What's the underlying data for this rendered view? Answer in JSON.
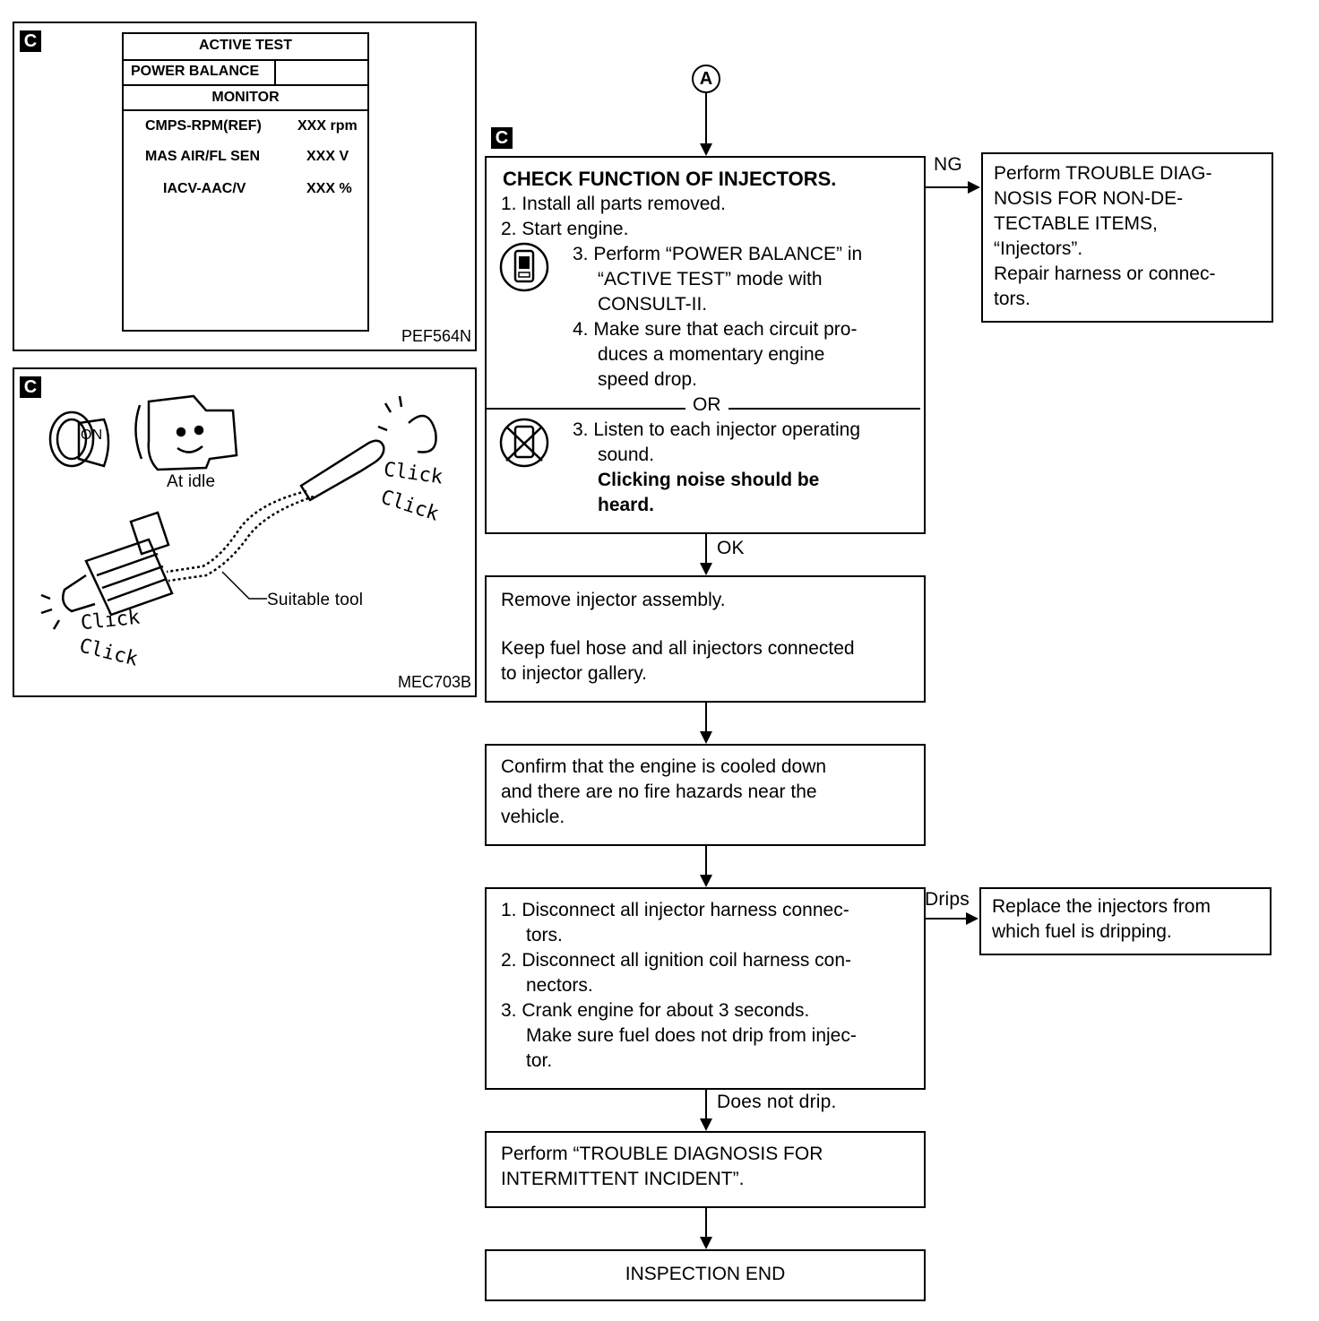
{
  "figure1": {
    "badge": "C",
    "screen_title": "ACTIVE TEST",
    "screen_test": "POWER BALANCE",
    "screen_monitor": "MONITOR",
    "rows": [
      {
        "label": "CMPS-RPM(REF)",
        "value": "XXX rpm"
      },
      {
        "label": "MAS AIR/FL SEN",
        "value": "XXX V"
      },
      {
        "label": "IACV-AAC/V",
        "value": "XXX %"
      }
    ],
    "code": "PEF564N"
  },
  "figure2": {
    "badge": "C",
    "key_label": "ON",
    "idle_label": "At idle",
    "tool_label": "Suitable tool",
    "click_top_1": "Click",
    "click_top_2": "Click",
    "click_bottom_1": "Click",
    "click_bottom_2": "Click",
    "code": "MEC703B"
  },
  "flow": {
    "connector": "A",
    "badge": "C",
    "check": {
      "title": "CHECK FUNCTION OF INJECTORS.",
      "step1": "1. Install all parts removed.",
      "step2": "2. Start engine.",
      "step3a_l1": "3. Perform “POWER BALANCE” in",
      "step3a_l2": "“ACTIVE TEST” mode with",
      "step3a_l3": "CONSULT-II.",
      "step4_l1": "4. Make sure that each circuit pro-",
      "step4_l2": "duces a momentary engine",
      "step4_l3": "speed drop.",
      "or": "OR",
      "step3b_l1": "3. Listen to each injector operating",
      "step3b_l2": "sound.",
      "step3b_bold_l1": "Clicking noise should be",
      "step3b_bold_l2": "heard."
    },
    "ng_label": "NG",
    "ng_box": {
      "l1": "Perform TROUBLE DIAG-",
      "l2": "NOSIS FOR NON-DE-",
      "l3": "TECTABLE ITEMS,",
      "l4": "“Injectors”.",
      "l5": "Repair harness or connec-",
      "l6": "tors."
    },
    "ok_label": "OK",
    "remove_box": {
      "l1": "Remove injector assembly.",
      "l2": "Keep fuel hose and all injectors connected",
      "l3": "to injector gallery."
    },
    "confirm_box": {
      "l1": "Confirm that the engine is cooled down",
      "l2": "and there are no fire hazards near the",
      "l3": "vehicle."
    },
    "disconnect_box": {
      "s1_l1": "1. Disconnect all injector harness connec-",
      "s1_l2": "tors.",
      "s2_l1": "2. Disconnect all ignition coil harness con-",
      "s2_l2": "nectors.",
      "s3_l1": "3. Crank engine for about 3 seconds.",
      "s3_l2": "Make sure fuel does not drip from injec-",
      "s3_l3": "tor."
    },
    "drips_label": "Drips",
    "drips_box": {
      "l1": "Replace the injectors from",
      "l2": "which fuel is dripping."
    },
    "nodrip_label": "Does not drip.",
    "perform_box": {
      "l1": "Perform “TROUBLE DIAGNOSIS FOR",
      "l2": "INTERMITTENT INCIDENT”."
    },
    "end_box": "INSPECTION END"
  }
}
